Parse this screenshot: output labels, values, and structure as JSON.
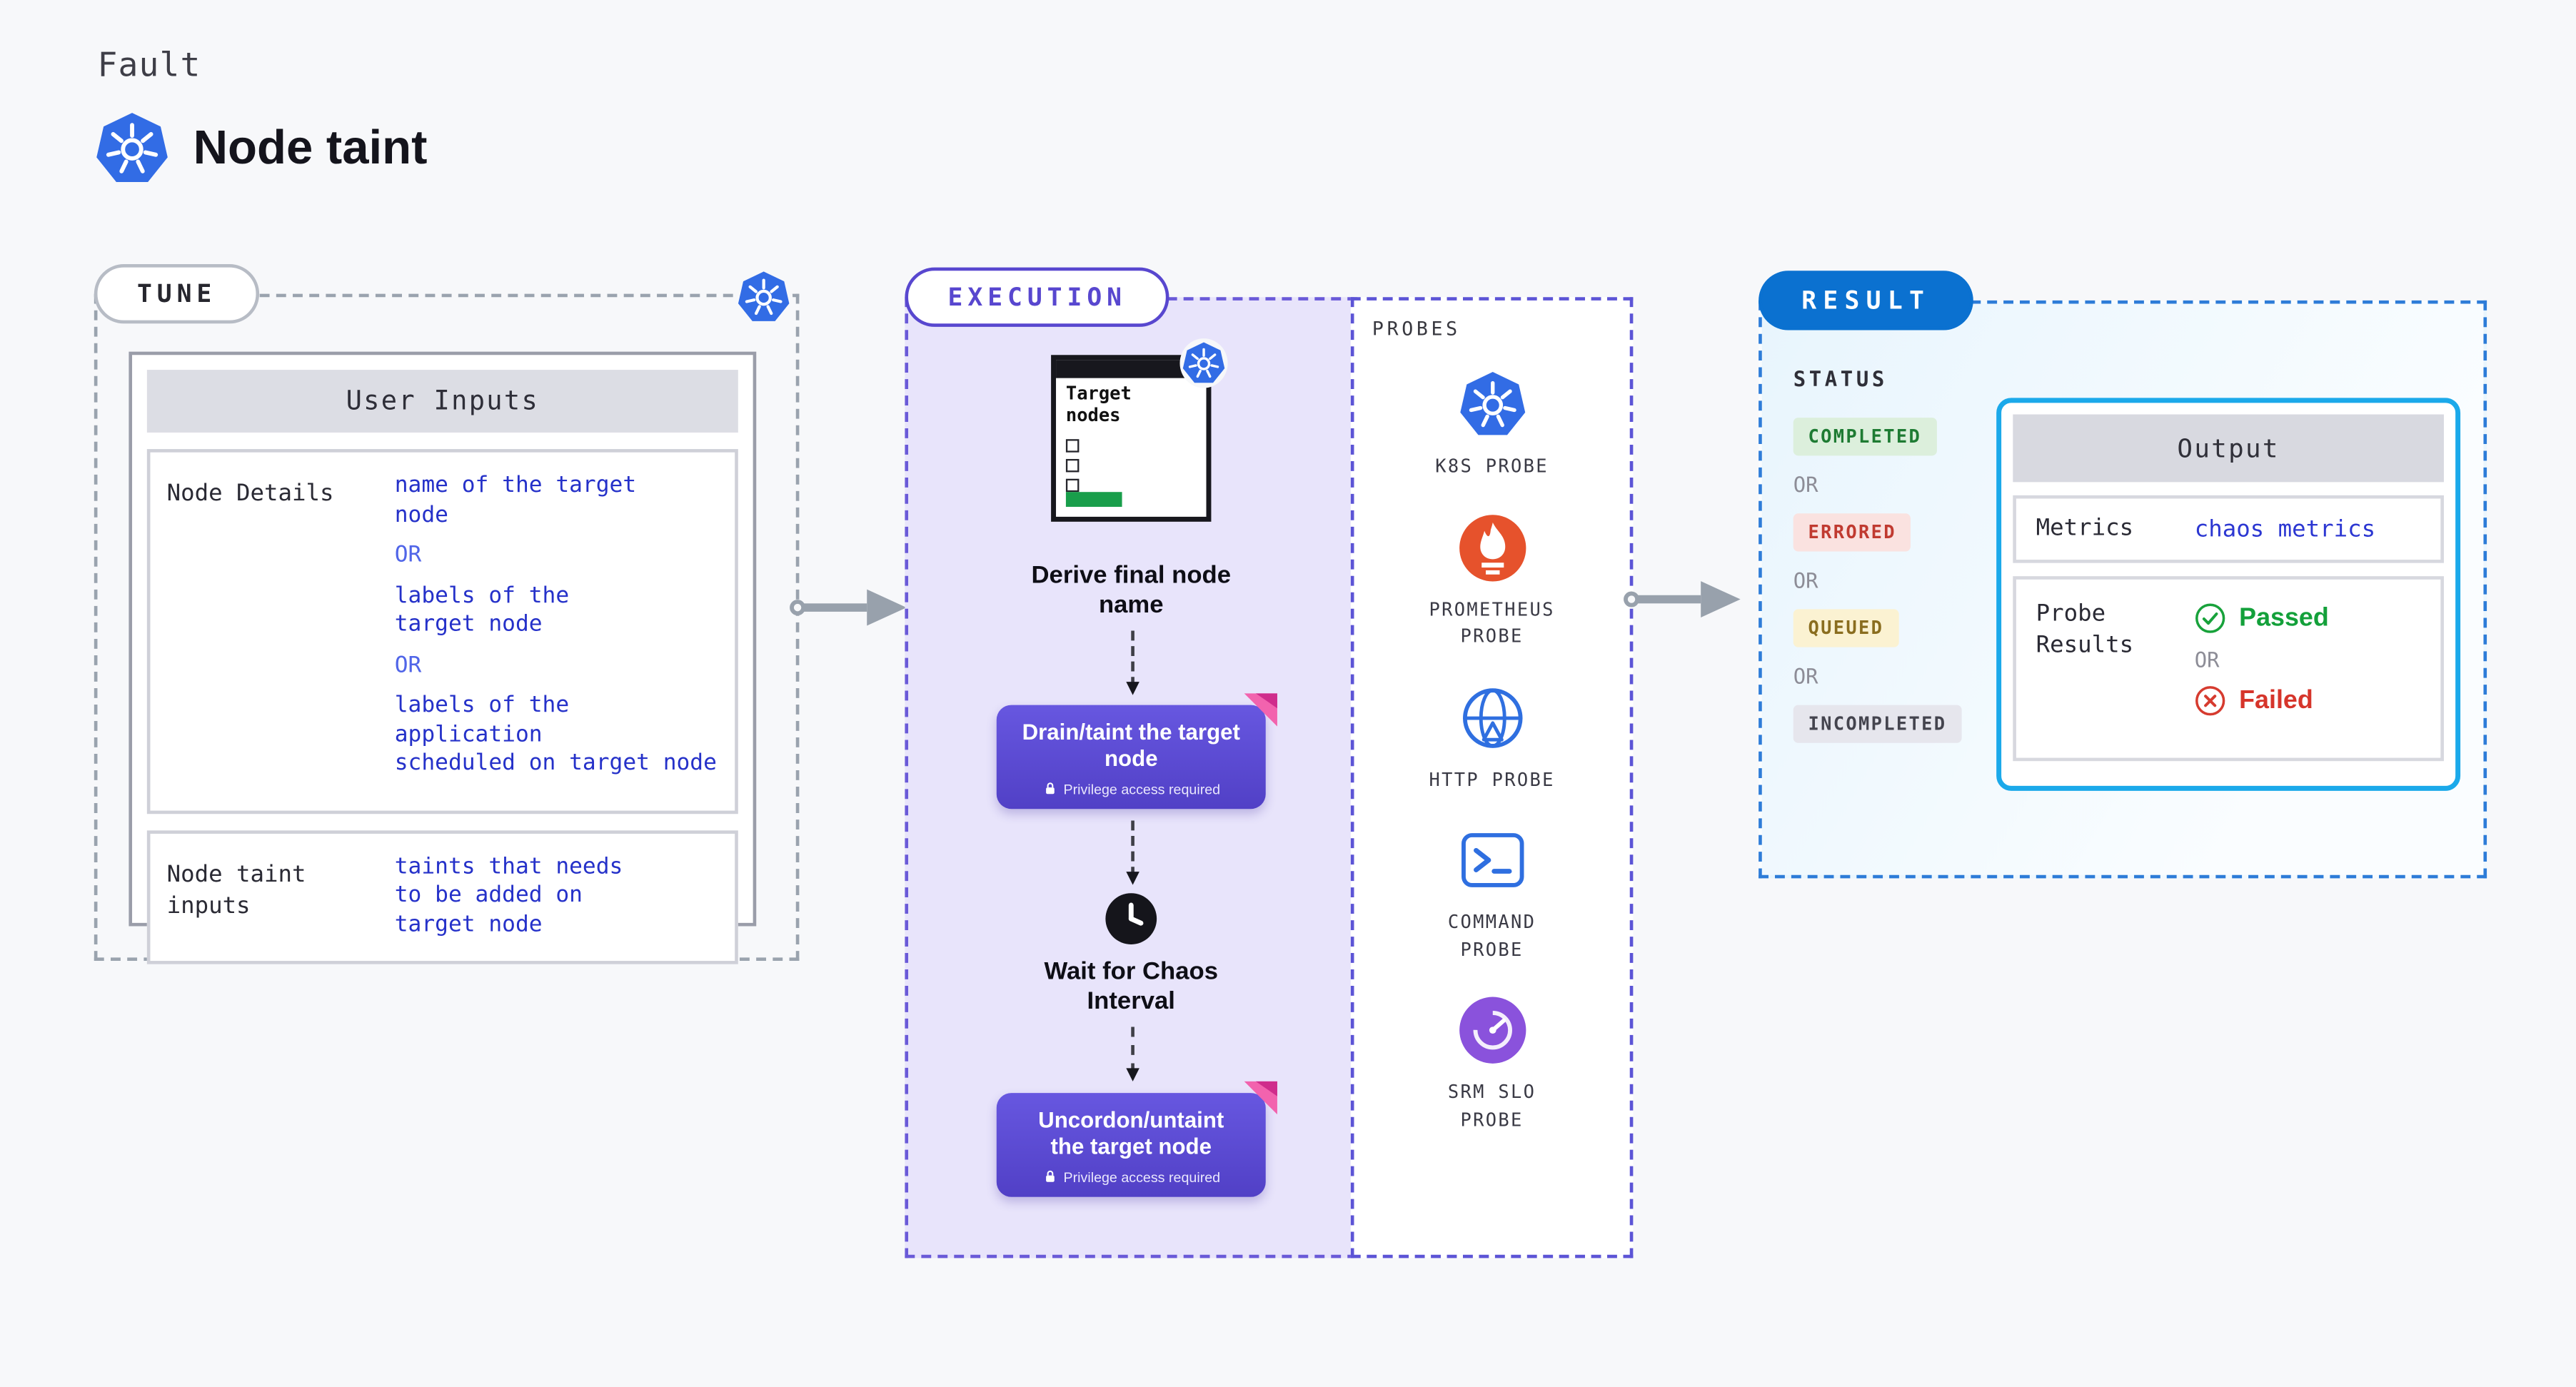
{
  "page": {
    "kicker": "Fault",
    "title": "Node taint"
  },
  "tune": {
    "label": "TUNE",
    "card_title": "User Inputs",
    "node_details": {
      "label": "Node Details",
      "segments": [
        {
          "type": "value",
          "text": "name of the target\nnode"
        },
        {
          "type": "or",
          "text": "OR"
        },
        {
          "type": "value",
          "text": "labels of the\ntarget node"
        },
        {
          "type": "or",
          "text": "OR"
        },
        {
          "type": "value",
          "text": "labels of the application\nscheduled on target node"
        }
      ]
    },
    "node_taint_inputs": {
      "label": "Node taint\ninputs",
      "value": "taints that needs\nto be added on\ntarget node"
    }
  },
  "execution": {
    "label": "EXECUTION",
    "target_title": "Target nodes",
    "derive_caption": "Derive final node\nname",
    "action1_label": "Drain/taint the target\nnode",
    "wait_caption": "Wait for Chaos\nInterval",
    "action2_label": "Uncordon/untaint\nthe target node",
    "privilege_note": "Privilege access required"
  },
  "probes": {
    "label": "PROBES",
    "items": [
      {
        "name": "K8S PROBE",
        "icon": "kubernetes-icon"
      },
      {
        "name": "PROMETHEUS PROBE",
        "icon": "prometheus-icon"
      },
      {
        "name": "HTTP PROBE",
        "icon": "globe-icon"
      },
      {
        "name": "COMMAND PROBE",
        "icon": "terminal-icon"
      },
      {
        "name": "SRM SLO PROBE",
        "icon": "slo-gauge-icon"
      }
    ]
  },
  "result": {
    "label": "RESULT",
    "status_label": "STATUS",
    "or_label": "OR",
    "statuses": [
      {
        "text": "COMPLETED",
        "bg": "#dcefdc",
        "color": "#1e7b33"
      },
      {
        "text": "ERRORED",
        "bg": "#fae2e0",
        "color": "#c03a30"
      },
      {
        "text": "QUEUED",
        "bg": "#fbf2d2",
        "color": "#8a6d1f"
      },
      {
        "text": "INCOMPLETED",
        "bg": "#e6e6ed",
        "color": "#44444e"
      }
    ],
    "output": {
      "title": "Output",
      "metrics_label": "Metrics",
      "metrics_value": "chaos metrics",
      "probe_results_label": "Probe Results",
      "passed_label": "Passed",
      "failed_label": "Failed"
    }
  },
  "colors": {
    "kubernetes_blue": "#326ce5",
    "execution_purple": "#5847cf",
    "execution_bg": "#e8e4fb",
    "result_blue": "#0b71d0",
    "output_border": "#1ba9ea",
    "code_blue": "#2c37d2",
    "passed_green": "#13a03a",
    "failed_red": "#d6352b",
    "prometheus_orange": "#e6522c",
    "srm_purple": "#8a52dc",
    "flag_pink": "#f263ae",
    "arrow_gray": "#98a1ac"
  }
}
